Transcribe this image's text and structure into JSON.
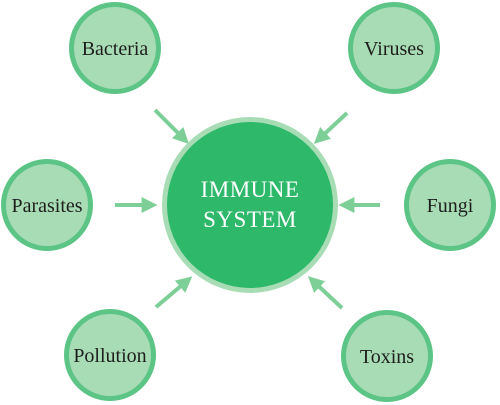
{
  "colors": {
    "center_fill": "#2db86a",
    "center_ring": "#a8dcb5",
    "node_fill": "#a8dcb5",
    "node_ring": "#5cc485",
    "arrow": "#7dcf97"
  },
  "center": {
    "line1": "IMMUNE",
    "line2": "SYSTEM"
  },
  "nodes": [
    {
      "label": "Bacteria"
    },
    {
      "label": "Viruses"
    },
    {
      "label": "Parasites"
    },
    {
      "label": "Fungi"
    },
    {
      "label": "Pollution"
    },
    {
      "label": "Toxins"
    }
  ]
}
